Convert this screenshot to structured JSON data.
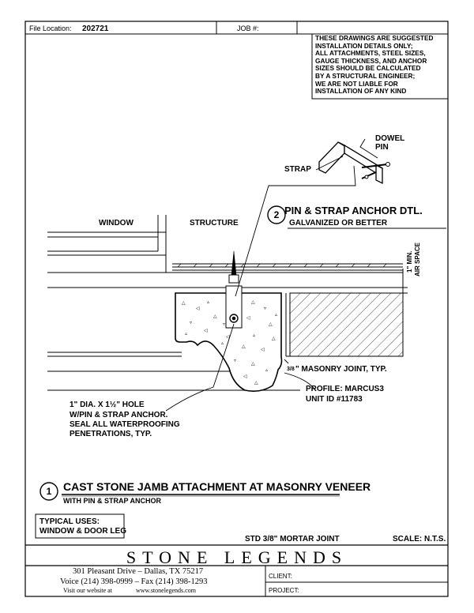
{
  "header": {
    "file_location_label": "File Location:",
    "file_location_value": "202721",
    "job_label": "JOB #:"
  },
  "disclaimer": {
    "lines": [
      "THESE DRAWINGS ARE SUGGESTED",
      "INSTALLATION DETAILS ONLY;",
      "ALL ATTACHMENTS, STEEL SIZES,",
      "GAUGE THICKNESS, AND ANCHOR",
      "SIZES SHOULD BE CALCULATED",
      "BY A STRUCTURAL ENGINEER;",
      "WE ARE NOT LIABLE FOR",
      "INSTALLATION OF ANY KIND"
    ]
  },
  "detail2": {
    "number": "2",
    "title": "PIN & STRAP ANCHOR DTL.",
    "subtitle": "GALVANIZED OR BETTER",
    "dowel_pin_label_1": "DOWEL",
    "dowel_pin_label_2": "PIN",
    "strap_label": "STRAP"
  },
  "section": {
    "window_label": "WINDOW",
    "structure_label": "STRUCTURE",
    "air_space_label_1": "1\" MIN.",
    "air_space_label_2": "AIR SPACE",
    "masonry_joint_label": "\" MASONRY JOINT, TYP.",
    "masonry_joint_fraction": "3/8",
    "profile_label": "PROFILE: MARCUS3",
    "unit_id_label": "UNIT ID #11783",
    "hole_label_1": "1\" DIA. X 1½\" HOLE",
    "hole_label_2": "W/PIN & STRAP ANCHOR.",
    "hole_label_3": "SEAL ALL WATERPROOFING",
    "hole_label_4": "PENETRATIONS, TYP."
  },
  "detail1": {
    "number": "1",
    "title": "CAST STONE JAMB ATTACHMENT AT MASONRY VENEER",
    "subtitle": "WITH PIN & STRAP ANCHOR"
  },
  "typical_uses": {
    "label": "TYPICAL USES:",
    "value": "WINDOW & DOOR LEG"
  },
  "footer_notes": {
    "mortar": "STD 3/8\" MORTAR JOINT",
    "scale": "SCALE: N.T.S."
  },
  "title_block": {
    "brand": "STONE LEGENDS",
    "address": "301 Pleasant Drive – Dallas, TX 75217",
    "phone": "Voice (214) 398-0999 – Fax (214) 398-1293",
    "website_prefix": "Visit our website at",
    "website": "www.stonelegends.com",
    "client_label": "CLIENT:",
    "project_label": "PROJECT:"
  }
}
